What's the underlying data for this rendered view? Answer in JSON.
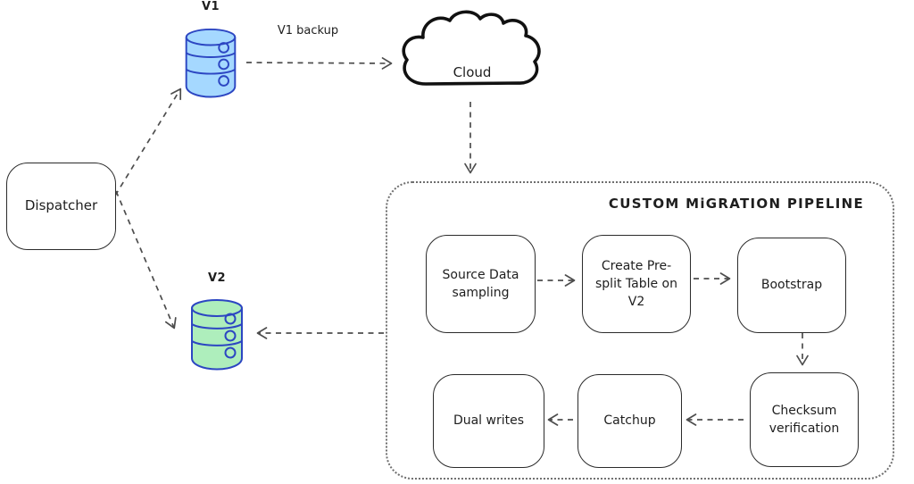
{
  "title": "CUSTOM MiGRATION PIPELINE",
  "nodes": {
    "dispatcher": "Dispatcher",
    "v1": "V1",
    "v2": "V2",
    "cloud": "Cloud",
    "source_sampling": "Source Data sampling",
    "create_presplit": "Create Pre-split Table on V2",
    "bootstrap": "Bootstrap",
    "checksum_verification": "Checksum verification",
    "catchup": "Catchup",
    "dual_writes": "Dual writes"
  },
  "edge_labels": {
    "v1_backup": "V1 backup"
  },
  "edges": [
    {
      "from": "Dispatcher",
      "to": "V1"
    },
    {
      "from": "Dispatcher",
      "to": "V2"
    },
    {
      "from": "V1",
      "to": "Cloud",
      "label": "V1 backup"
    },
    {
      "from": "Cloud",
      "to": "Custom Migration Pipeline"
    },
    {
      "from": "Custom Migration Pipeline",
      "to": "V2"
    },
    {
      "from": "Source Data sampling",
      "to": "Create Pre-split Table on V2"
    },
    {
      "from": "Create Pre-split Table on V2",
      "to": "Bootstrap"
    },
    {
      "from": "Bootstrap",
      "to": "Checksum verification"
    },
    {
      "from": "Checksum verification",
      "to": "Catchup"
    },
    {
      "from": "Catchup",
      "to": "Dual writes"
    }
  ],
  "colors": {
    "v1_fill": "#a5d8ff",
    "v2_fill": "#aeeebc",
    "db_stroke": "#2c46c2",
    "node_stroke": "#2b2b2b",
    "arrow": "#4d4d4d",
    "container_border": "#6f6f6f",
    "text": "#1e1e1e",
    "background": "#ffffff"
  }
}
